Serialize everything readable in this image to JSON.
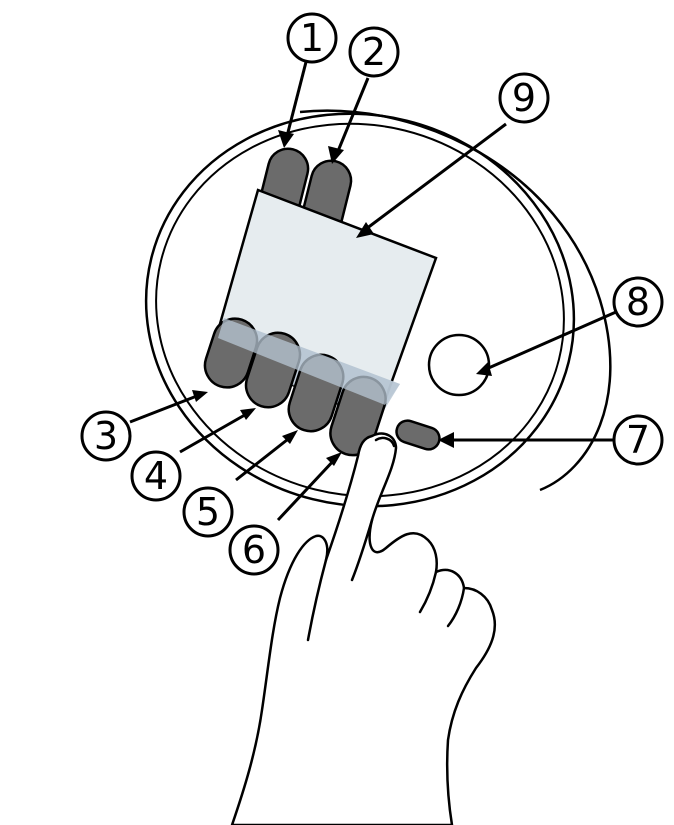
{
  "colors": {
    "outline": "#000000",
    "button_fill": "#6b6b6b",
    "display_fill": "#e6ecef",
    "display_lower_tint": "#b8c7d4",
    "background": "#ffffff"
  },
  "callouts": [
    {
      "id": 1,
      "label": "1",
      "target": "top-left-button"
    },
    {
      "id": 2,
      "label": "2",
      "target": "top-right-button"
    },
    {
      "id": 3,
      "label": "3",
      "target": "bottom-button-1"
    },
    {
      "id": 4,
      "label": "4",
      "target": "bottom-button-2"
    },
    {
      "id": 5,
      "label": "5",
      "target": "bottom-button-3"
    },
    {
      "id": 6,
      "label": "6",
      "target": "bottom-button-4"
    },
    {
      "id": 7,
      "label": "7",
      "target": "small-oval-button"
    },
    {
      "id": 8,
      "label": "8",
      "target": "round-sensor"
    },
    {
      "id": 9,
      "label": "9",
      "target": "display-screen"
    }
  ]
}
